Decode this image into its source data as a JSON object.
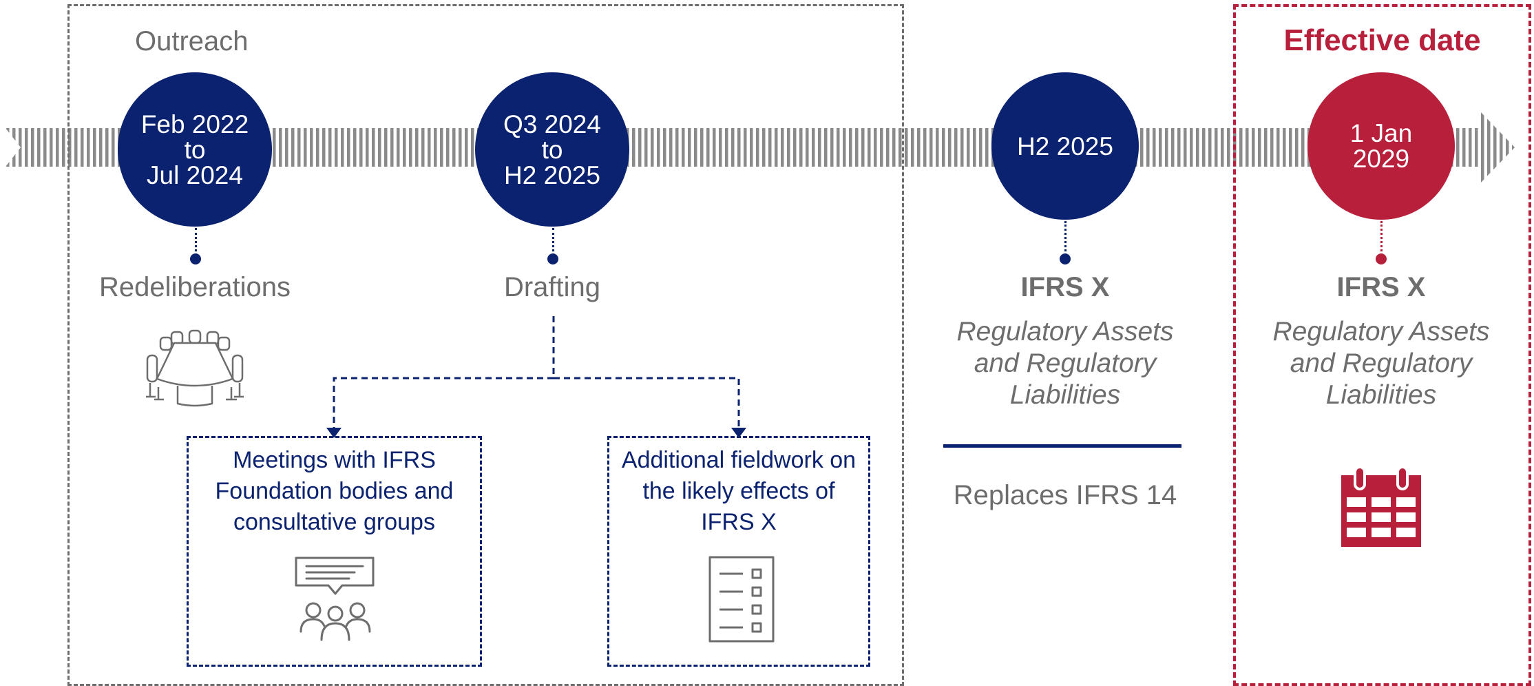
{
  "outreach": {
    "label": "Outreach"
  },
  "effective": {
    "label": "Effective date"
  },
  "milestones": [
    {
      "date": "Feb 2022\nto\nJul 2024",
      "label": "Redeliberations"
    },
    {
      "date": "Q3 2024\nto\nH2 2025",
      "label": "Drafting"
    },
    {
      "date": "H2 2025",
      "title": "IFRS X",
      "subtitle": "Regulatory Assets and Regulatory Liabilities",
      "note": "Replaces IFRS 14"
    },
    {
      "date": "1 Jan\n2029",
      "title": "IFRS X",
      "subtitle": "Regulatory Assets and Regulatory Liabilities"
    }
  ],
  "boxes": [
    {
      "text": "Meetings with IFRS Foundation bodies and consultative groups",
      "icon": "meeting-discussion-icon"
    },
    {
      "text": "Additional fieldwork on the likely effects of IFRS X",
      "icon": "checklist-icon"
    }
  ],
  "icons": [
    "conference-table-icon",
    "meeting-discussion-icon",
    "checklist-icon",
    "calendar-icon"
  ],
  "colors": {
    "navy": "#0b2270",
    "crimson": "#b81f3b",
    "grey": "#6d6d6d"
  }
}
